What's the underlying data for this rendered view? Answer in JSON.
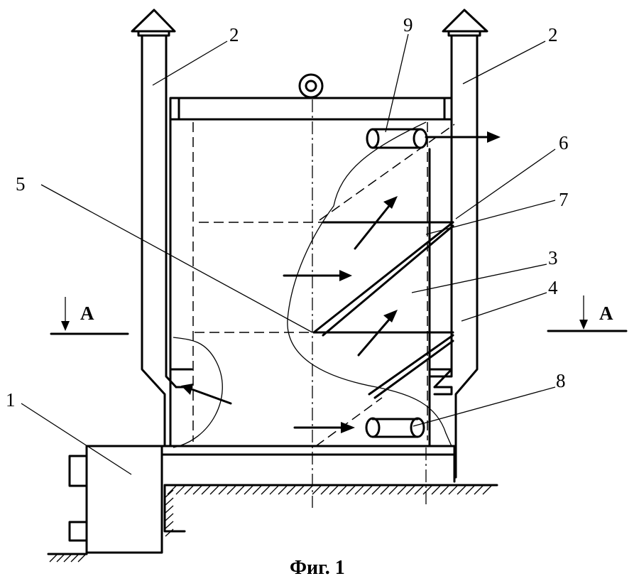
{
  "figure": {
    "caption": "Фиг. 1",
    "labels": {
      "furnace": "1",
      "chimney_left": "2",
      "chimney_right": "2",
      "inner_wall": "3",
      "outer_wall": "4",
      "shelf_edge": "5",
      "shelf_upper": "6",
      "shelf_incline": "7",
      "inlet_pipe": "8",
      "outlet_pipe": "9"
    },
    "section": {
      "left": "А",
      "right": "А"
    }
  }
}
